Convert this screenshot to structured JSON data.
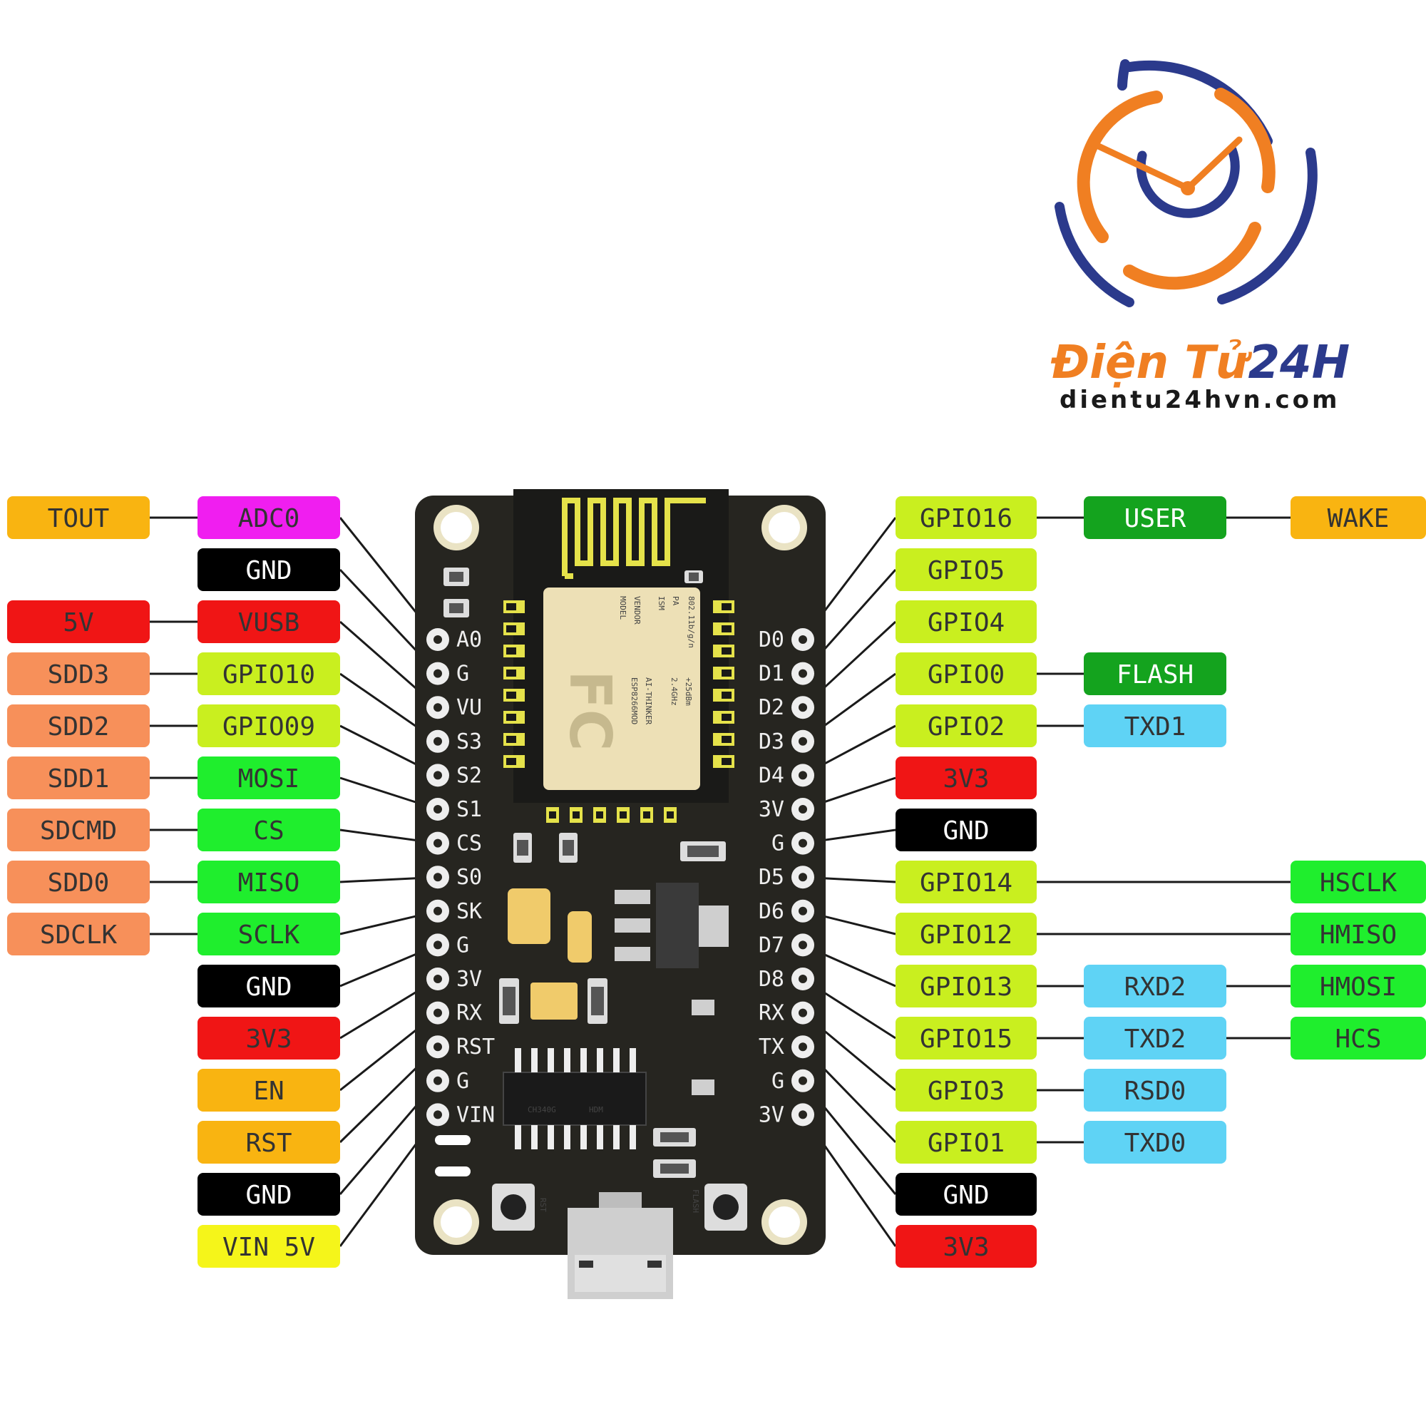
{
  "brand": {
    "name_part1": "Điện Tử",
    "name_part2": "24H",
    "website": "dientu24hvn.com",
    "colors": {
      "orange": "#f07f22",
      "navy": "#2b3a8c"
    }
  },
  "board": {
    "left_pin_labels": [
      "A0",
      "G",
      "VU",
      "S3",
      "S2",
      "S1",
      "CS",
      "S0",
      "SK",
      "G",
      "3V",
      "RX",
      "RST",
      "G",
      "VIN"
    ],
    "right_pin_labels": [
      "D0",
      "D1",
      "D2",
      "D3",
      "D4",
      "3V",
      "G",
      "D5",
      "D6",
      "D7",
      "D8",
      "RX",
      "TX",
      "G",
      "3V"
    ],
    "module_text": [
      "MODEL",
      "VENDOR",
      "ISM",
      "PA",
      "802.11b/g/n",
      "ESP8266MOD",
      "AI-THINKER",
      "2.4GHz",
      "+25dBm"
    ],
    "module_logo": "FC",
    "ic_text": [
      "CH340G",
      "HDM"
    ],
    "button_rst": "RST",
    "button_flash": "FLASH"
  },
  "labels": {
    "left": [
      {
        "outer": {
          "text": "TOUT",
          "color": "#f9b411"
        },
        "inner": {
          "text": "ADC0",
          "color": "#f01ef0",
          "text_color": "#333333"
        }
      },
      {
        "inner": {
          "text": "GND",
          "color": "#000000",
          "text_color": "#ffffff"
        }
      },
      {
        "outer": {
          "text": "5V",
          "color": "#f01515"
        },
        "inner": {
          "text": "VUSB",
          "color": "#f01515",
          "text_color": "#333333"
        }
      },
      {
        "outer": {
          "text": "SDD3",
          "color": "#f7905a"
        },
        "inner": {
          "text": "GPIO10",
          "color": "#c9ef1f",
          "text_color": "#333333"
        }
      },
      {
        "outer": {
          "text": "SDD2",
          "color": "#f7905a"
        },
        "inner": {
          "text": "GPIO09",
          "color": "#c9ef1f",
          "text_color": "#333333"
        }
      },
      {
        "outer": {
          "text": "SDD1",
          "color": "#f7905a"
        },
        "inner": {
          "text": "MOSI",
          "color": "#1fee2d",
          "text_color": "#333333"
        }
      },
      {
        "outer": {
          "text": "SDCMD",
          "color": "#f7905a"
        },
        "inner": {
          "text": "CS",
          "color": "#1fee2d",
          "text_color": "#333333"
        }
      },
      {
        "outer": {
          "text": "SDD0",
          "color": "#f7905a"
        },
        "inner": {
          "text": "MISO",
          "color": "#1fee2d",
          "text_color": "#333333"
        }
      },
      {
        "outer": {
          "text": "SDCLK",
          "color": "#f7905a"
        },
        "inner": {
          "text": "SCLK",
          "color": "#1fee2d",
          "text_color": "#333333"
        }
      },
      {
        "inner": {
          "text": "GND",
          "color": "#000000",
          "text_color": "#ffffff"
        }
      },
      {
        "inner": {
          "text": "3V3",
          "color": "#f01515",
          "text_color": "#333333"
        }
      },
      {
        "inner": {
          "text": "EN",
          "color": "#f9b411",
          "text_color": "#333333"
        }
      },
      {
        "inner": {
          "text": "RST",
          "color": "#f9b411",
          "text_color": "#333333"
        }
      },
      {
        "inner": {
          "text": "GND",
          "color": "#000000",
          "text_color": "#ffffff"
        }
      },
      {
        "inner": {
          "text": "VIN 5V",
          "color": "#f5f51a",
          "text_color": "#333333"
        }
      }
    ],
    "right": [
      {
        "inner": {
          "text": "GPIO16",
          "color": "#c9ef1f",
          "text_color": "#333333"
        },
        "mid": {
          "text": "USER",
          "color": "#14a31e",
          "text_color": "#ffffff"
        },
        "far": {
          "text": "WAKE",
          "color": "#f9b411",
          "text_color": "#333333"
        }
      },
      {
        "inner": {
          "text": "GPIO5",
          "color": "#c9ef1f",
          "text_color": "#333333"
        }
      },
      {
        "inner": {
          "text": "GPIO4",
          "color": "#c9ef1f",
          "text_color": "#333333"
        }
      },
      {
        "inner": {
          "text": "GPIO0",
          "color": "#c9ef1f",
          "text_color": "#333333"
        },
        "mid": {
          "text": "FLASH",
          "color": "#14a31e",
          "text_color": "#ffffff"
        }
      },
      {
        "inner": {
          "text": "GPIO2",
          "color": "#c9ef1f",
          "text_color": "#333333"
        },
        "mid": {
          "text": "TXD1",
          "color": "#5fd3f5",
          "text_color": "#333333"
        }
      },
      {
        "inner": {
          "text": "3V3",
          "color": "#f01515",
          "text_color": "#333333"
        }
      },
      {
        "inner": {
          "text": "GND",
          "color": "#000000",
          "text_color": "#ffffff"
        }
      },
      {
        "inner": {
          "text": "GPIO14",
          "color": "#c9ef1f",
          "text_color": "#333333"
        },
        "far": {
          "text": "HSCLK",
          "color": "#1fee2d",
          "text_color": "#333333"
        }
      },
      {
        "inner": {
          "text": "GPIO12",
          "color": "#c9ef1f",
          "text_color": "#333333"
        },
        "far": {
          "text": "HMISO",
          "color": "#1fee2d",
          "text_color": "#333333"
        }
      },
      {
        "inner": {
          "text": "GPIO13",
          "color": "#c9ef1f",
          "text_color": "#333333"
        },
        "mid": {
          "text": "RXD2",
          "color": "#5fd3f5",
          "text_color": "#333333"
        },
        "far": {
          "text": "HMOSI",
          "color": "#1fee2d",
          "text_color": "#333333"
        }
      },
      {
        "inner": {
          "text": "GPIO15",
          "color": "#c9ef1f",
          "text_color": "#333333"
        },
        "mid": {
          "text": "TXD2",
          "color": "#5fd3f5",
          "text_color": "#333333"
        },
        "far": {
          "text": "HCS",
          "color": "#1fee2d",
          "text_color": "#333333"
        }
      },
      {
        "inner": {
          "text": "GPIO3",
          "color": "#c9ef1f",
          "text_color": "#333333"
        },
        "mid": {
          "text": "RSD0",
          "color": "#5fd3f5",
          "text_color": "#333333"
        }
      },
      {
        "inner": {
          "text": "GPIO1",
          "color": "#c9ef1f",
          "text_color": "#333333"
        },
        "mid": {
          "text": "TXD0",
          "color": "#5fd3f5",
          "text_color": "#333333"
        }
      },
      {
        "inner": {
          "text": "GND",
          "color": "#000000",
          "text_color": "#ffffff"
        }
      },
      {
        "inner": {
          "text": "3V3",
          "color": "#f01515",
          "text_color": "#333333"
        }
      }
    ]
  }
}
